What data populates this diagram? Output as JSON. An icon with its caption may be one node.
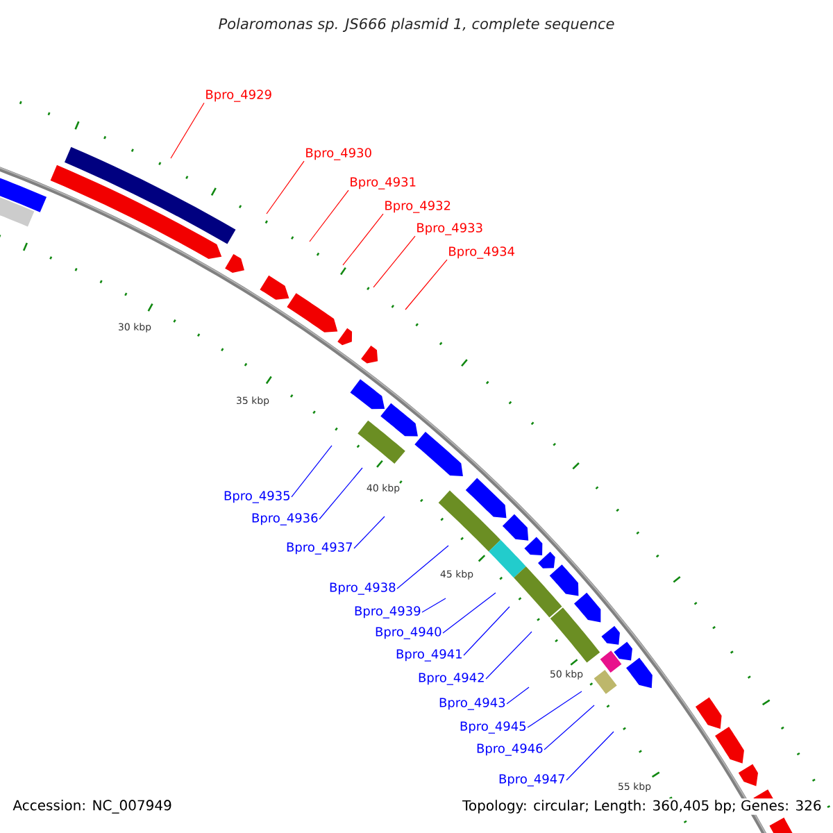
{
  "diagram": {
    "title": "Polaromonas sp. JS666 plasmid 1, complete sequence",
    "nodes": [
      {
        "text": [
          "Bpro_4929"
        ]
      },
      {
        "text": [
          "Bpro_4930"
        ]
      },
      {
        "text": [
          "Bpro_4931"
        ]
      },
      {
        "text": [
          "Bpro_4932"
        ]
      },
      {
        "text": [
          "Bpro_4933"
        ]
      },
      {
        "text": [
          "Bpro_4934"
        ]
      },
      {
        "text": [
          "Bpro_4935"
        ]
      },
      {
        "text": [
          "Bpro_4936"
        ]
      },
      {
        "text": [
          "Bpro_4937"
        ]
      },
      {
        "text": [
          "Bpro_4938"
        ]
      },
      {
        "text": [
          "Bpro_4939"
        ]
      },
      {
        "text": [
          "Bpro_4940"
        ]
      },
      {
        "text": [
          "Bpro_4941"
        ]
      },
      {
        "text": [
          "Bpro_4942"
        ]
      },
      {
        "text": [
          "Bpro_4943"
        ]
      },
      {
        "text": [
          "Bpro_4945"
        ]
      },
      {
        "text": [
          "Bpro_4946"
        ]
      },
      {
        "text": [
          "Bpro_4947"
        ]
      }
    ],
    "edges": [
      {
        "from": 0,
        "to": null,
        "arrow": "none",
        "color": "#ff0000"
      },
      {
        "from": 1,
        "to": null,
        "arrow": "none",
        "color": "#ff0000"
      },
      {
        "from": 2,
        "to": null,
        "arrow": "none",
        "color": "#ff0000"
      },
      {
        "from": 3,
        "to": null,
        "arrow": "none",
        "color": "#ff0000"
      },
      {
        "from": 4,
        "to": null,
        "arrow": "none",
        "color": "#ff0000"
      },
      {
        "from": 5,
        "to": null,
        "arrow": "none",
        "color": "#ff0000"
      },
      {
        "from": 6,
        "to": null,
        "arrow": "none"
      },
      {
        "from": 7,
        "to": null,
        "arrow": "none"
      },
      {
        "from": 8,
        "to": null,
        "arrow": "none"
      },
      {
        "from": 9,
        "to": null,
        "arrow": "none"
      },
      {
        "from": 10,
        "to": null,
        "arrow": "none"
      },
      {
        "from": 11,
        "to": null,
        "arrow": "none"
      },
      {
        "from": 12,
        "to": null,
        "arrow": "none"
      },
      {
        "from": 13,
        "to": null,
        "arrow": "none"
      },
      {
        "from": 14,
        "to": null,
        "arrow": "none"
      },
      {
        "from": 15,
        "to": null,
        "arrow": "none"
      },
      {
        "from": 16,
        "to": null,
        "arrow": "none"
      },
      {
        "from": 17,
        "to": null,
        "arrow": "none"
      }
    ],
    "labels": [
      "30 kbp",
      "35 kbp",
      "40 kbp",
      "45 kbp",
      "50 kbp",
      "55 kbp",
      "Accession: NC_007949",
      "Topology: circular; Length: 360,405 bp; Genes: 326"
    ]
  }
}
